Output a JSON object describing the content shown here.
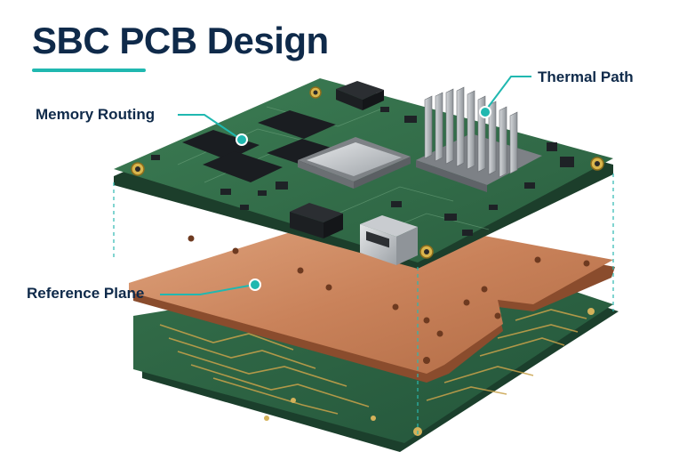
{
  "title": "SBC PCB Design",
  "callouts": {
    "memory_routing": "Memory Routing",
    "thermal_path": "Thermal Path",
    "reference_plane": "Reference Plane"
  },
  "colors": {
    "title": "#0f2a4a",
    "accent": "#20b8b0",
    "pcb_green": "#2f6b47",
    "copper": "#c97f55",
    "heatsink": "#b4b8bc"
  },
  "icons": [
    "heatsink",
    "usb-port",
    "processor-chip",
    "memory-chip",
    "inductor"
  ]
}
